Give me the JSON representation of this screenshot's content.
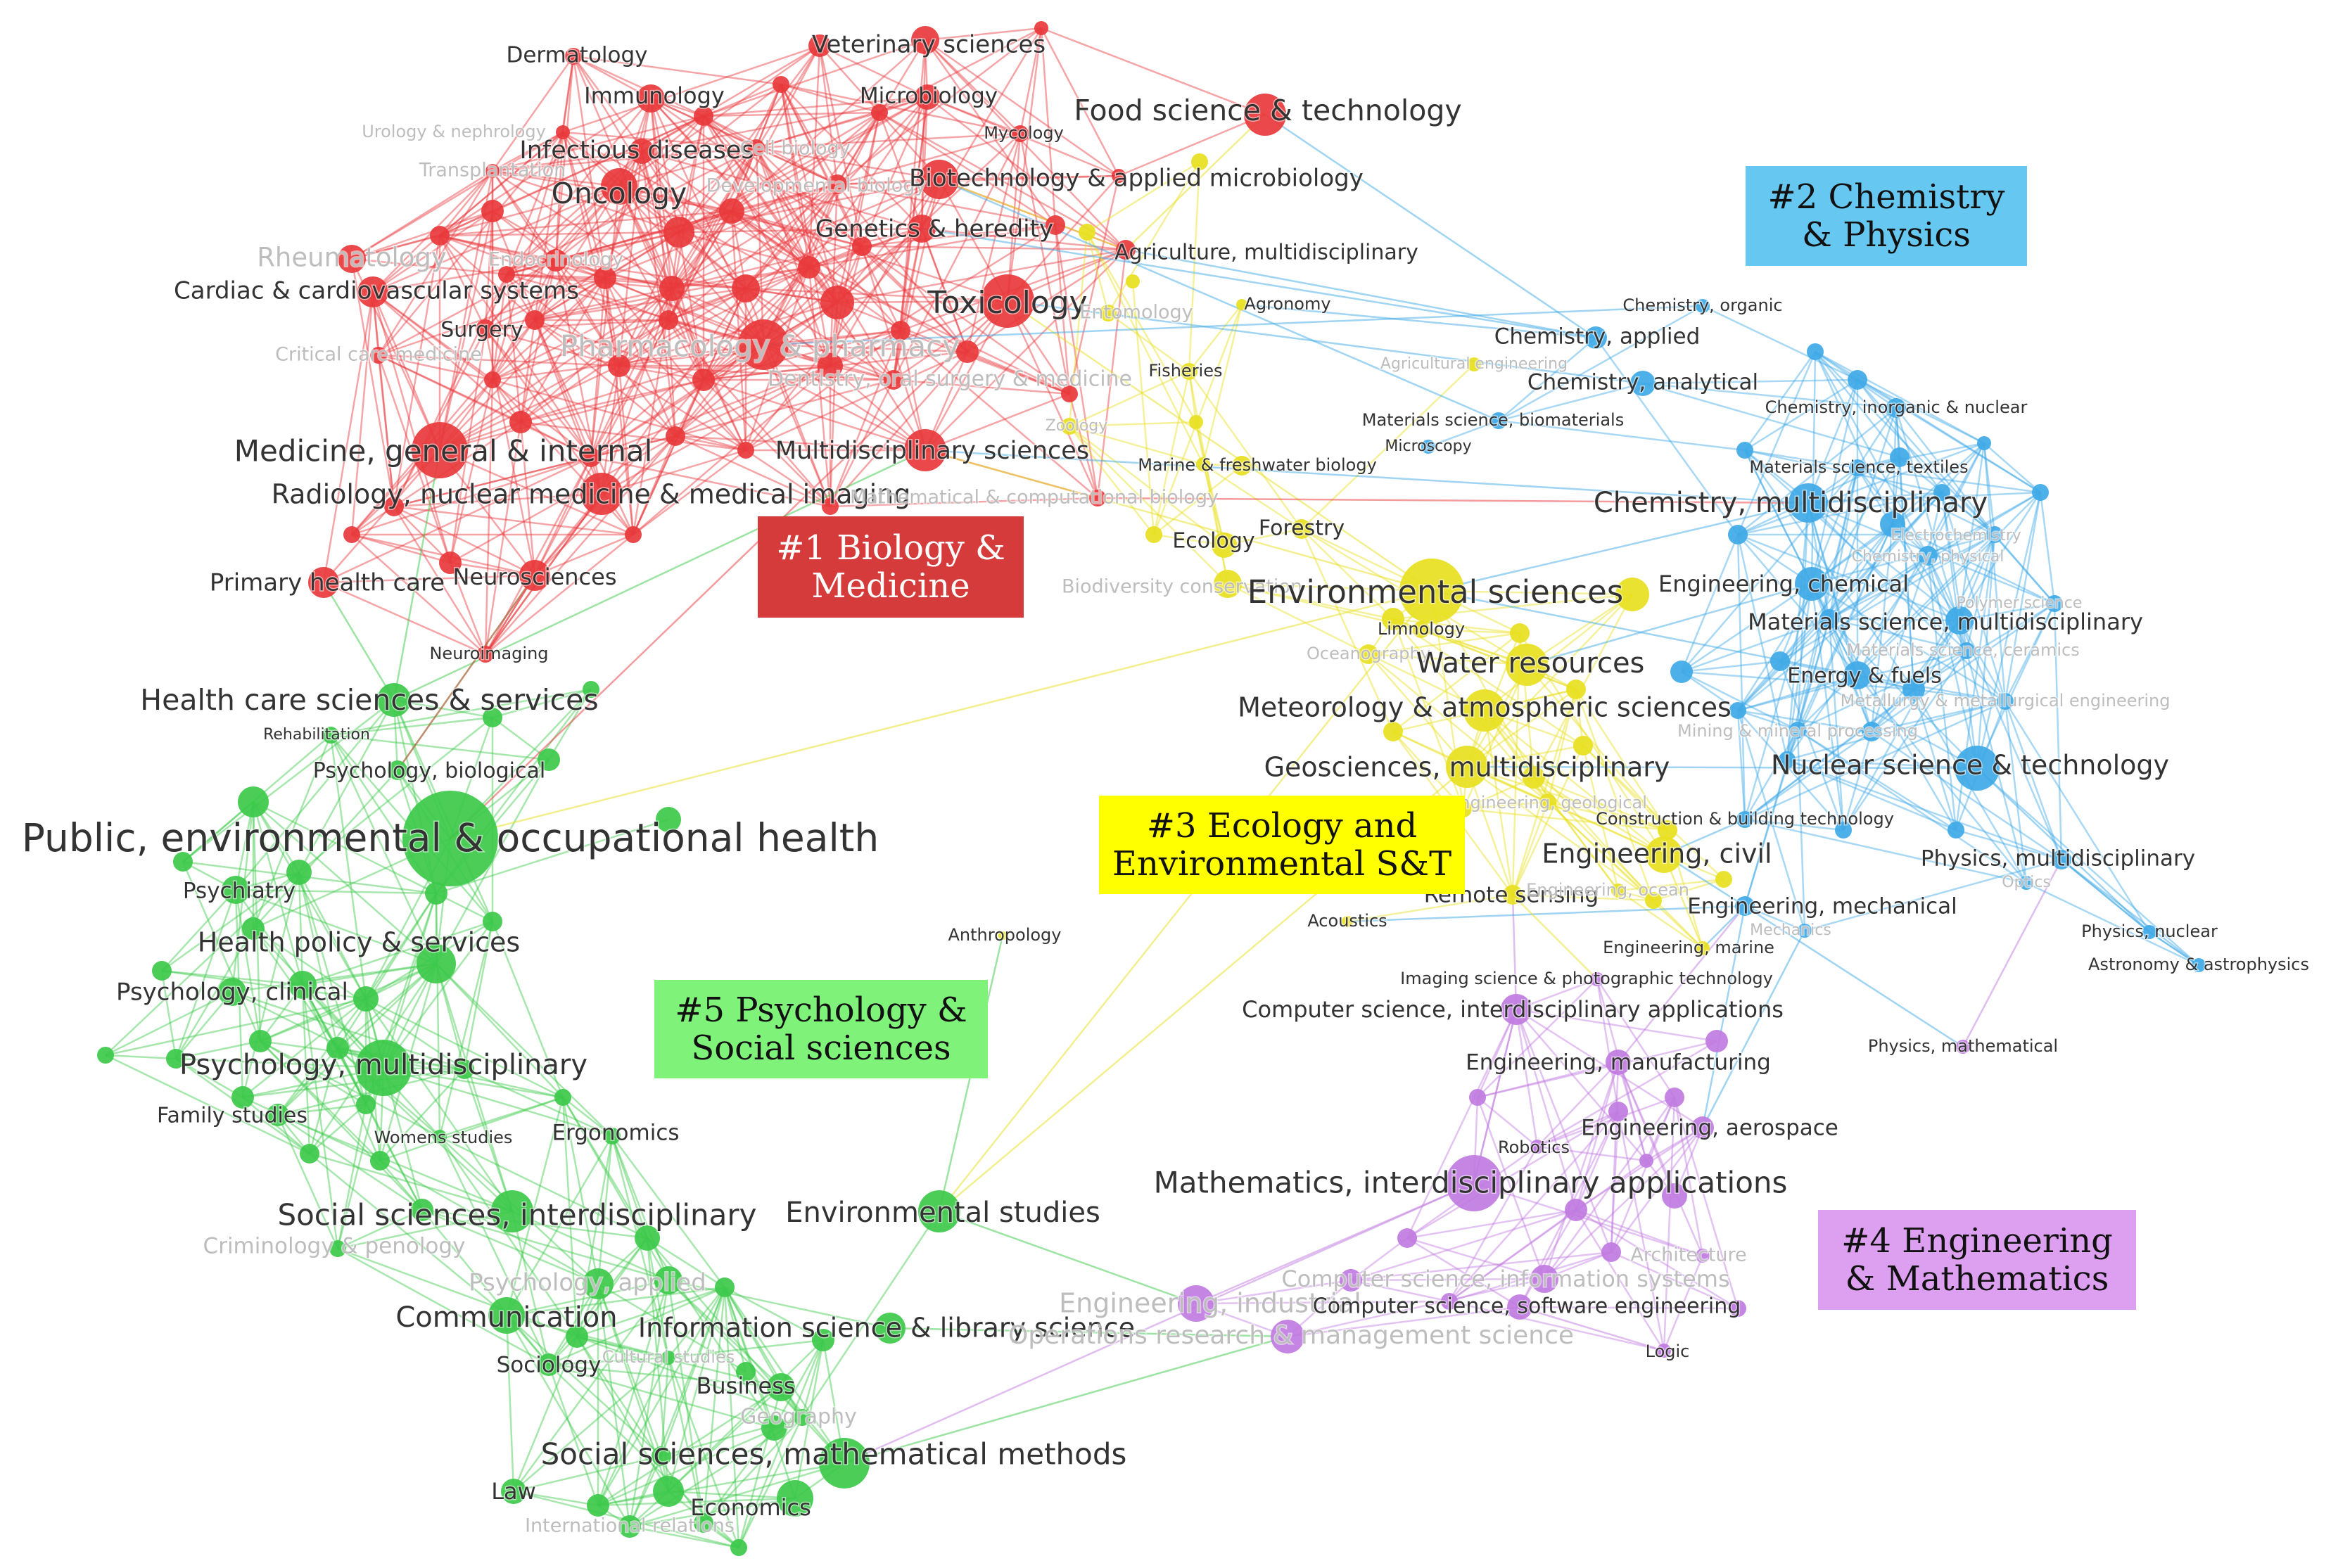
{
  "colors": {
    "biology": "#e8383b",
    "chemistry": "#3fa9e6",
    "ecology": "#e8e020",
    "engineering": "#c07be0",
    "social": "#3cc94a",
    "box_biology": "#d63b3b",
    "box_chemistry": "#66c7f0",
    "box_ecology": "#ffff00",
    "box_engineering": "#dda0f0",
    "box_social": "#7ff279"
  },
  "cluster_boxes": {
    "biology": "#1 Biology &\nMedicine",
    "chemistry": "#2 Chemistry\n& Physics",
    "ecology": "#3 Ecology and\nEnvironmental S&T",
    "engineering": "#4 Engineering\n& Mathematics",
    "social": "#5 Psychology &\nSocial sciences"
  },
  "labels": {
    "dermatology": "Dermatology",
    "veterinary": "Veterinary sciences",
    "immunology": "Immunology",
    "microbiology": "Microbiology",
    "urology": "Urology & nephrology",
    "mycology": "Mycology",
    "food_science": "Food science & technology",
    "infectious": "Infectious diseases",
    "cell_biology": "Cell biology",
    "transplantation": "Transplantation",
    "oncology": "Oncology",
    "developmental": "Developmental biology",
    "biotechnology": "Biotechnology & applied microbiology",
    "genetics": "Genetics & heredity",
    "rheumatology": "Rheumatology",
    "endocrinology": "Endocrinology",
    "agriculture": "Agriculture, multidisciplinary",
    "cardiac": "Cardiac & cardiovascular systems",
    "toxicology": "Toxicology",
    "entomology": "Entomology",
    "agronomy": "Agronomy",
    "surgery": "Surgery",
    "pharmacology": "Pharmacology & pharmacy",
    "critical_care": "Critical care medicine",
    "dentistry": "Dentistry, oral surgery & medicine",
    "fisheries": "Fisheries",
    "agricultural_eng": "Agricultural engineering",
    "medicine_general": "Medicine, general & internal",
    "multidisciplinary_sci": "Multidisciplinary sciences",
    "zoology": "Zoology",
    "radiology": "Radiology, nuclear medicine & medical imaging",
    "math_comp_bio": "Mathematical & computational biology",
    "primary_health": "Primary health care",
    "neurosciences": "Neurosciences",
    "neuroimaging": "Neuroimaging",
    "health_care_sci": "Health care sciences & services",
    "rehabilitation": "Rehabilitation",
    "psych_biological": "Psychology, biological",
    "public_health": "Public, environmental & occupational health",
    "psychiatry": "Psychiatry",
    "health_policy": "Health policy & services",
    "psych_clinical": "Psychology, clinical",
    "psych_multi": "Psychology, multidisciplinary",
    "family_studies": "Family studies",
    "womens_studies": "Womens studies",
    "ergonomics": "Ergonomics",
    "social_sci_inter": "Social sciences, interdisciplinary",
    "criminology": "Criminology & penology",
    "environmental_studies": "Environmental studies",
    "psych_applied": "Psychology, applied",
    "communication": "Communication",
    "info_science": "Information science & library science",
    "sociology": "Sociology",
    "cultural_studies": "Cultural studies",
    "business": "Business",
    "geography": "Geography",
    "social_sci_math": "Social sciences, mathematical methods",
    "law": "Law",
    "economics": "Economics",
    "international_rel": "International relations",
    "anthropology": "Anthropology",
    "marine_bio": "Marine & freshwater biology",
    "ecology_lbl": "Ecology",
    "forestry": "Forestry",
    "biodiversity": "Biodiversity conservation",
    "environmental_sci": "Environmental sciences",
    "limnology": "Limnology",
    "oceanography": "Oceanography",
    "water_resources": "Water resources",
    "meteorology": "Meteorology & atmospheric sciences",
    "geosciences": "Geosciences, multidisciplinary",
    "eng_geological": "Engineering, geological",
    "eng_civil": "Engineering, civil",
    "remote_sensing": "Remote sensing",
    "eng_ocean": "Engineering, ocean",
    "acoustics": "Acoustics",
    "eng_marine": "Engineering, marine",
    "chem_organic": "Chemistry, organic",
    "chem_applied": "Chemistry, applied",
    "chem_analytical": "Chemistry, analytical",
    "chem_inorganic": "Chemistry, inorganic & nuclear",
    "mat_biomaterials": "Materials science, biomaterials",
    "microscopy": "Microscopy",
    "mat_textiles": "Materials science, textiles",
    "chem_multi": "Chemistry, multidisciplinary",
    "electrochemistry": "Electrochemistry",
    "chem_physical": "Chemistry, physical",
    "eng_chemical": "Engineering, chemical",
    "polymer_science": "Polymer science",
    "mat_multi": "Materials science, multidisciplinary",
    "mat_ceramics": "Materials science, ceramics",
    "energy_fuels": "Energy & fuels",
    "metallurgy": "Metallurgy & metallurgical engineering",
    "mining": "Mining & mineral processing",
    "nuclear_sci": "Nuclear science & technology",
    "construction": "Construction & building technology",
    "physics_multi": "Physics, multidisciplinary",
    "optics": "Optics",
    "eng_mechanical": "Engineering, mechanical",
    "mechanics": "Mechanics",
    "physics_nuclear": "Physics, nuclear",
    "astronomy": "Astronomy & astrophysics",
    "imaging_sci": "Imaging science & photographic technology",
    "cs_inter": "Computer science, interdisciplinary applications",
    "physics_math": "Physics, mathematical",
    "eng_manufacturing": "Engineering, manufacturing",
    "robotics": "Robotics",
    "eng_aerospace": "Engineering, aerospace",
    "math_inter": "Mathematics, interdisciplinary applications",
    "architecture": "Architecture",
    "cs_info_systems": "Computer science, information systems",
    "eng_industrial": "Engineering, industrial",
    "cs_software": "Computer science, software engineering",
    "operations_research": "Operations research & management science",
    "logic": "Logic"
  }
}
